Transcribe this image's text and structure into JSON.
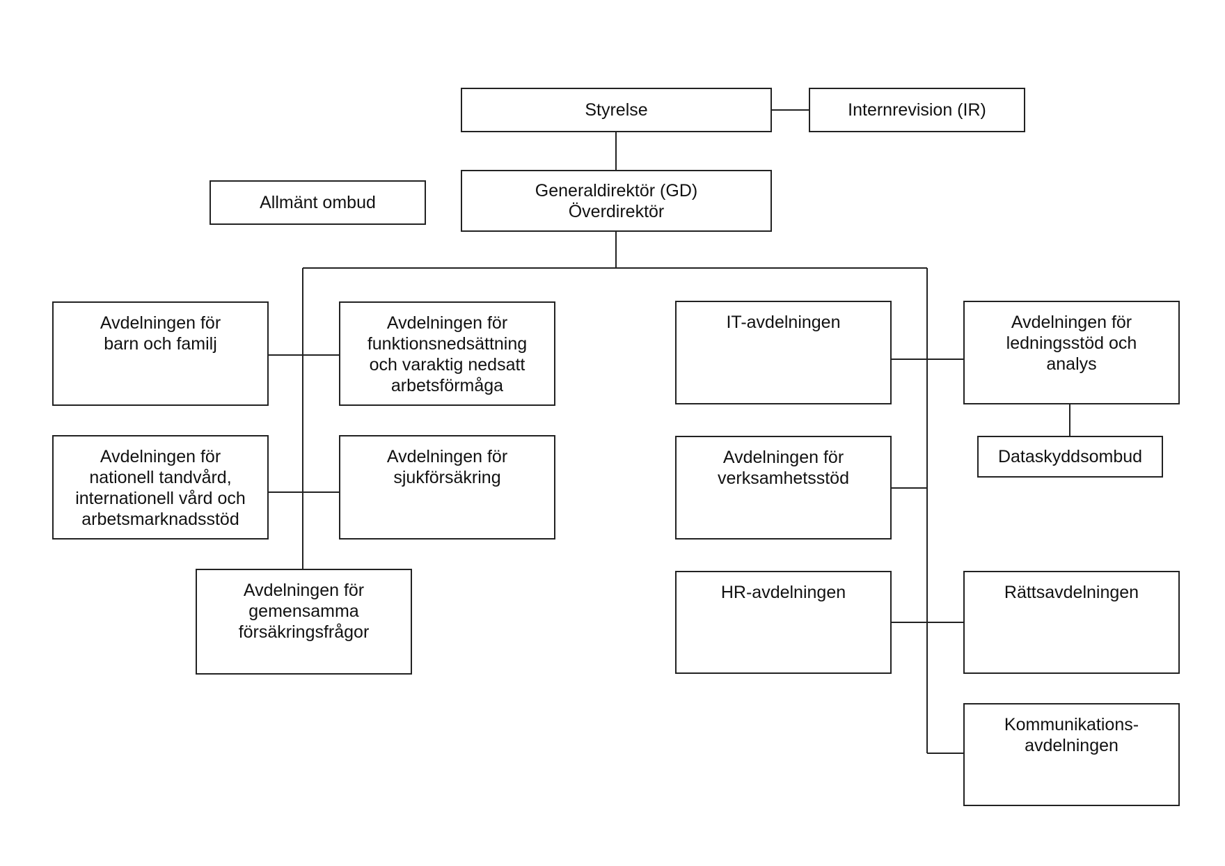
{
  "org_chart": {
    "top": {
      "styrelse": "Styrelse",
      "internrevision": "Internrevision (IR)",
      "gd": "Generaldirektör (GD)\nÖverdirektör",
      "allmant_ombud": "Allmänt ombud"
    },
    "left_departments": {
      "barn_familj": "Avdelningen för\nbarn och familj",
      "funktionsnedsattning": "Avdelningen för\nfunktionsnedsättning\noch varaktig nedsatt\narbetsförmåga",
      "nationell_tandvard": "Avdelningen för\nnationell tandvård,\ninternationell vård och\narbetsmarknadsstöd",
      "sjukforsakring": "Avdelningen för\nsjukförsäkring",
      "gemensamma": "Avdelningen för\ngemensamma\nförsäkringsfrågor"
    },
    "right_departments": {
      "it": "IT-avdelningen",
      "ledningsstod": "Avdelningen för\nledningsstöd och\nanalys",
      "dataskyddsombud": "Dataskyddsombud",
      "verksamhetsstod": "Avdelningen för\nverksamhetsstöd",
      "hr": "HR-avdelningen",
      "ratt": "Rättsavdelningen",
      "kommunikation": "Kommunikations-\navdelningen"
    }
  },
  "colors": {
    "line": "#222222",
    "box_fill": "#ffffff",
    "text": "#111111"
  }
}
